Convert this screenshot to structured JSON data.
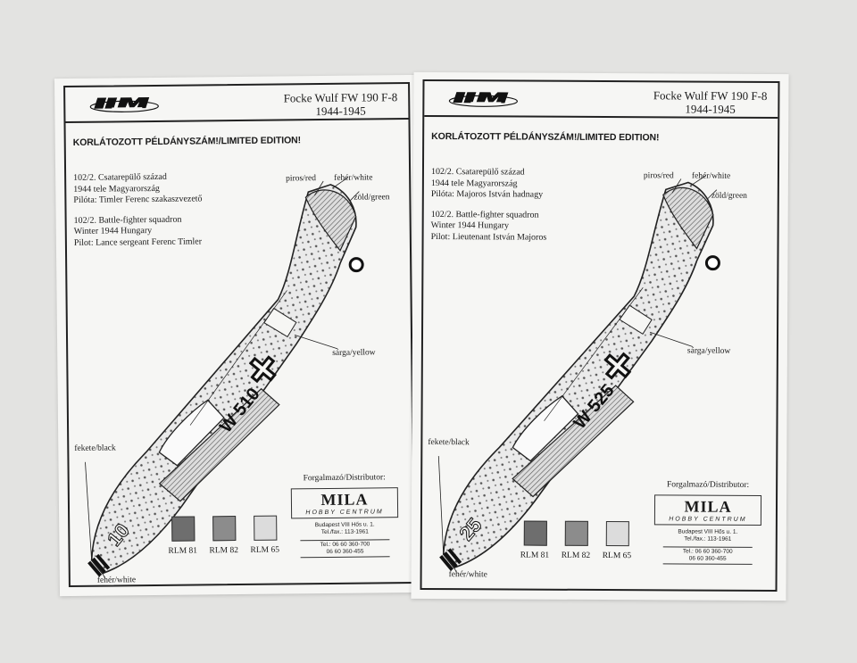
{
  "sheets": [
    {
      "title_line1": "Focke Wulf FW 190 F-8",
      "title_line2": "1944-1945",
      "edition": "KORLÁTOZOTT PÉLDÁNYSZÁM!/LIMITED EDITION!",
      "hu_unit": "102/2. Csatarepülő század",
      "hu_time": "1944 tele Magyarország",
      "hu_pilot": "Pilóta: Timler Ferenc szakaszvezető",
      "en_unit": "102/2. Battle-fighter squadron",
      "en_time": "Winter 1944 Hungary",
      "en_pilot": "Pilot: Lance sergeant Ferenc Timler",
      "code": "W 510",
      "nose_number": "10"
    },
    {
      "title_line1": "Focke Wulf FW 190 F-8",
      "title_line2": "1944-1945",
      "edition": "KORLÁTOZOTT PÉLDÁNYSZÁM!/LIMITED EDITION!",
      "hu_unit": "102/2. Csatarepülő század",
      "hu_time": "1944 tele Magyarország",
      "hu_pilot": "Pilóta: Majoros István hadnagy",
      "en_unit": "102/2. Battle-fighter squadron",
      "en_time": "Winter 1944 Hungary",
      "en_pilot": "Pilot: Lieutenant István Majoros",
      "code": "W 525",
      "nose_number": "25"
    }
  ],
  "labels": {
    "red": "piros/red",
    "white": "fehér/white",
    "green": "zöld/green",
    "yellow": "sárga/yellow",
    "black": "fekete/black"
  },
  "swatches": [
    {
      "label": "RLM 81",
      "color": "#6e6e6e"
    },
    {
      "label": "RLM 82",
      "color": "#8c8c8c"
    },
    {
      "label": "RLM 65",
      "color": "#dcdcdc"
    }
  ],
  "distributor": {
    "label": "Forgalmazó/Distributor:",
    "brand": "MILA",
    "sub": "HOBBY CENTRUM",
    "address": "Budapest VIII Hős u. 1.",
    "telfax": "Tel./fax.: 113-1961",
    "tel": "Tel.: 06 60 360-700",
    "tel2": "06 60 360-455"
  }
}
